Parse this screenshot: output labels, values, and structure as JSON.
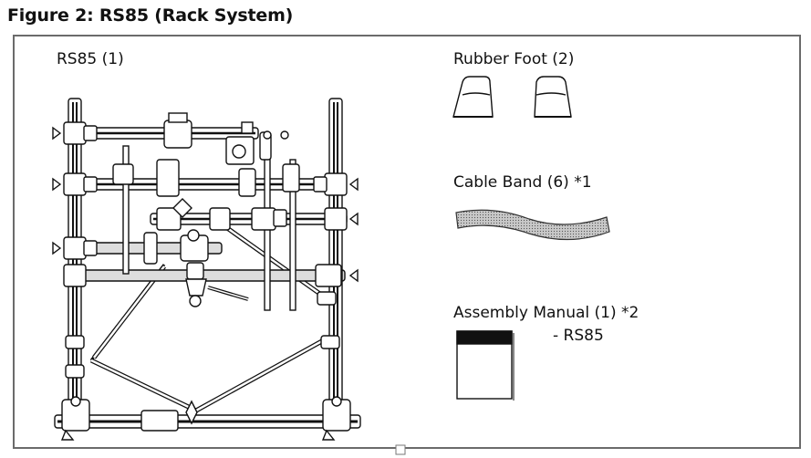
{
  "figure": {
    "title": "Figure 2: RS85 (Rack System)"
  },
  "items": {
    "rack": {
      "label": "RS85 (1)",
      "icon": "rack-system-illustration"
    },
    "rubber_foot": {
      "label": "Rubber Foot (2)",
      "icon": "rubber-foot-illustration"
    },
    "cable_band": {
      "label": "Cable Band (6) *1",
      "icon": "cable-band-illustration"
    },
    "manual": {
      "label": "Assembly Manual (1) *2",
      "subtitle": "- RS85",
      "icon": "manual-booklet-illustration"
    }
  },
  "colors": {
    "border": "#6b6b6b",
    "ink": "#111111",
    "cable_band": "#b8b8b8"
  }
}
